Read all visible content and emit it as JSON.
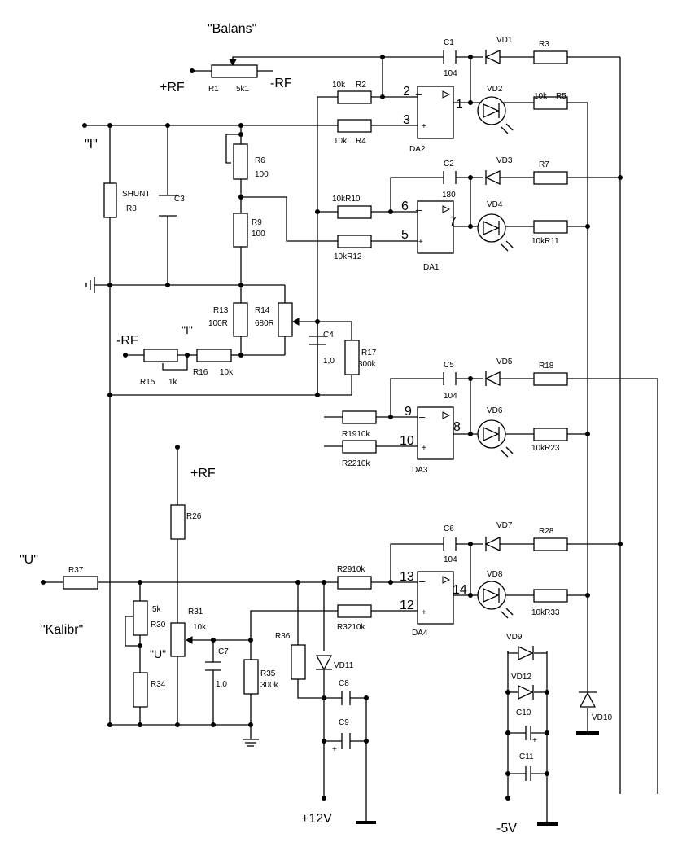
{
  "labels": {
    "balans": "\"Balans\"",
    "rf_plus_top": "+RF",
    "rf_minus_top": "-RF",
    "r1": "R1",
    "r1_val": "5k1",
    "i_input": "\"I\"",
    "i_mid": "\"I\"",
    "u_input": "\"U\"",
    "u_mid": "\"U\"",
    "kalibr": "\"Kalibr\"",
    "rf_minus_left": "-RF",
    "rf_plus_mid": "+RF",
    "v12": "+12V",
    "vneg5": "-5V",
    "shunt": "SHUNT",
    "r8": "R8",
    "c3": "C3",
    "r6": "R6",
    "r6_val": "100",
    "r9": "R9",
    "r9_val": "100",
    "r13": "R13",
    "r13_val": "100R",
    "r14": "R14",
    "r14_val": "680R",
    "c4": "C4",
    "c4_val": "1,0",
    "r17": "R17",
    "r17_val": "300k",
    "r15": "R15",
    "r15_val": "1k",
    "r16": "R16",
    "r16_val": "10k",
    "r2_val": "10k",
    "r2": "R2",
    "r4_val": "10k",
    "r4": "R4",
    "c1": "C1",
    "c1_val": "104",
    "vd1": "VD1",
    "r3": "R3",
    "vd2": "VD2",
    "r5_val": "10k",
    "r5": "R5",
    "pin2": "2",
    "pin3": "3",
    "pin1": "1",
    "da2": "DA2",
    "c2": "C2",
    "c2_val": "180",
    "vd3": "VD3",
    "r7": "R7",
    "vd4": "VD4",
    "r10": "10kR10",
    "r12": "10kR12",
    "pin6": "6",
    "pin5": "5",
    "pin7": "7",
    "da1": "DA1",
    "r11": "10kR11",
    "c5": "C5",
    "c5_val": "104",
    "vd5": "VD5",
    "r18": "R18",
    "vd6": "VD6",
    "r19": "R1910k",
    "r22": "R2210k",
    "pin9": "9",
    "pin10": "10",
    "pin8": "8",
    "da3": "DA3",
    "r23": "10kR23",
    "r26": "R26",
    "r37": "R37",
    "r29": "R2910k",
    "r32": "R3210k",
    "pin13": "13",
    "pin12": "12",
    "pin14": "14",
    "da4": "DA4",
    "c6": "C6",
    "c6_val": "104",
    "vd7": "VD7",
    "r28": "R28",
    "vd8": "VD8",
    "r33": "10kR33",
    "r30_val": "5k",
    "r30": "R30",
    "r31": "R31",
    "r31_val": "10k",
    "c7": "C7",
    "c7_val": "1,0",
    "r34": "R34",
    "r35": "R35",
    "r35_val": "300k",
    "r36": "R36",
    "vd11": "VD11",
    "c8": "C8",
    "c9": "C9",
    "vd9": "VD9",
    "vd12": "VD12",
    "c10": "C10",
    "c11": "C11",
    "vd10": "VD10",
    "plus": "+",
    "minus": "–"
  }
}
